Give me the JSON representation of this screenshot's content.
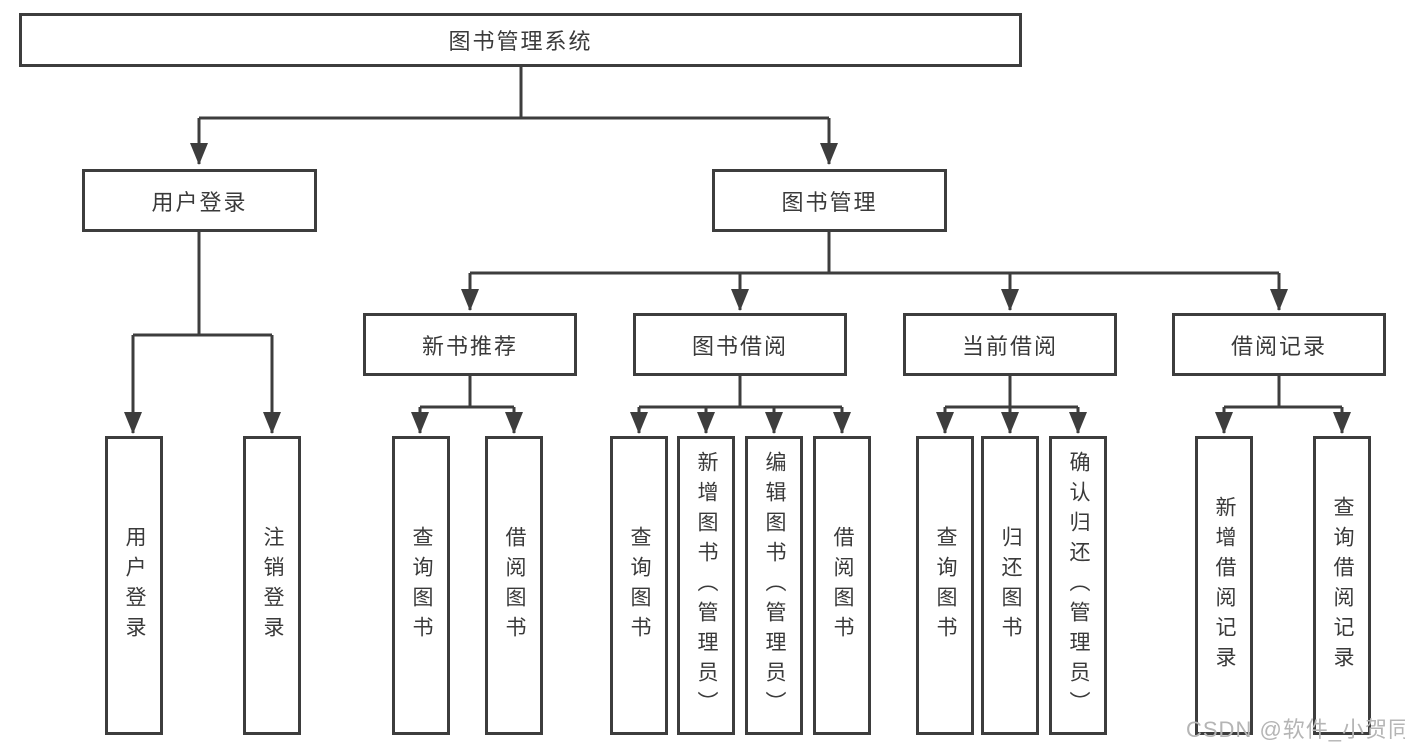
{
  "colors": {
    "line": "#3d3d3d",
    "text": "#3a3a3a",
    "box_background": "#ffffff",
    "watermark": "#b5b5b5"
  },
  "tree": {
    "label": "图书管理系统",
    "children": [
      {
        "label": "用户登录",
        "children": [
          {
            "label": "用户登录"
          },
          {
            "label": "注销登录"
          }
        ]
      },
      {
        "label": "图书管理",
        "children": [
          {
            "label": "新书推荐",
            "children": [
              {
                "label": "查询图书"
              },
              {
                "label": "借阅图书"
              }
            ]
          },
          {
            "label": "图书借阅",
            "children": [
              {
                "label": "查询图书"
              },
              {
                "label": "新增图书（管理员）"
              },
              {
                "label": "编辑图书（管理员）"
              },
              {
                "label": "借阅图书"
              }
            ]
          },
          {
            "label": "当前借阅",
            "children": [
              {
                "label": "查询图书"
              },
              {
                "label": "归还图书"
              },
              {
                "label": "确认归还（管理员）"
              }
            ]
          },
          {
            "label": "借阅记录",
            "children": [
              {
                "label": "新增借阅记录"
              },
              {
                "label": "查询借阅记录"
              }
            ]
          }
        ]
      }
    ]
  },
  "watermark": {
    "text": "CSDN @软件_小贺同学"
  }
}
